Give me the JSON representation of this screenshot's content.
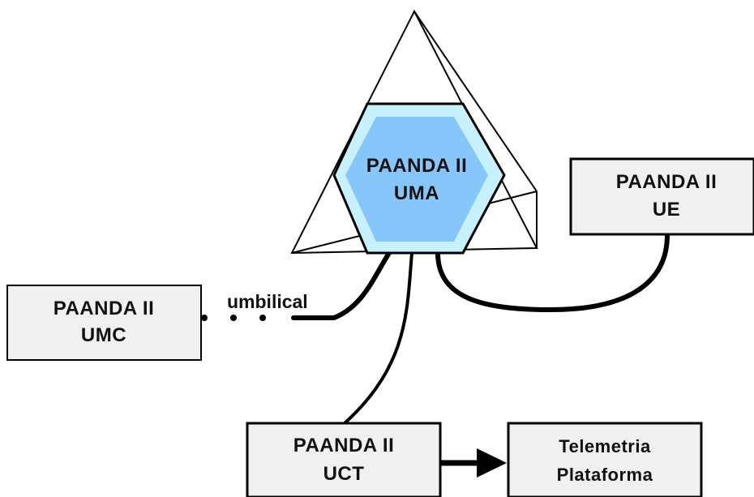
{
  "colors": {
    "box_fill": "#f0f0f0",
    "hex_outer": "#c7f1ff",
    "hex_inner": "#87c6fb",
    "stroke": "#000000"
  },
  "uma": {
    "line1": "PAANDA II",
    "line2": "UMA"
  },
  "ue": {
    "line1": "PAANDA II",
    "line2": "UE"
  },
  "umc": {
    "line1": "PAANDA II",
    "line2": "UMC"
  },
  "uct": {
    "line1": "PAANDA II",
    "line2": "UCT"
  },
  "telemetria": {
    "line1": "Telemetria",
    "line2": "Plataforma"
  },
  "umbilical_label": "umbilical"
}
